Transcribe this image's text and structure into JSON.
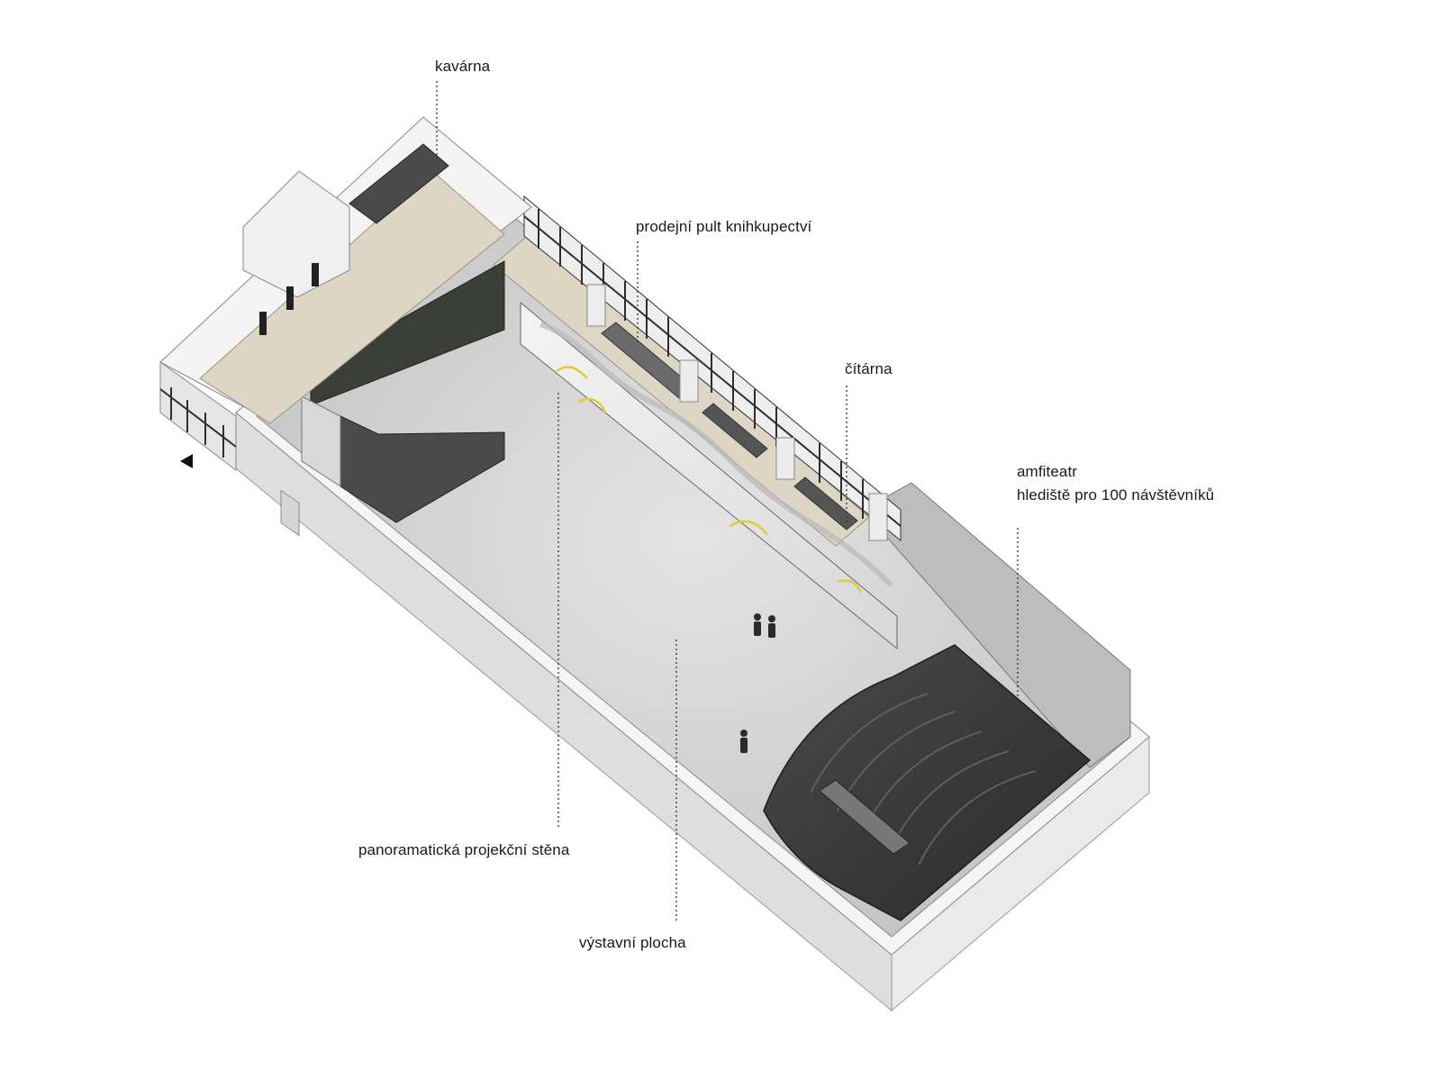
{
  "labels": {
    "cafe": "kavárna",
    "bookshop_counter": "prodejní pult knihkupectví",
    "reading_room": "čítárna",
    "amphitheatre_line1": "amfiteatr",
    "amphitheatre_line2": "hlediště pro 100 návštěvníků",
    "projection_wall": "panoramatická projekční stěna",
    "exhibition_area": "výstavní plocha"
  },
  "colors": {
    "wall_light": "#f2f2f2",
    "wall_side": "#dcdcdc",
    "floor_concrete": "#cfcfcf",
    "floor_wood": "#ddd6c4",
    "amphitheatre": "#3a3a3a",
    "projection_wall": "#e8e8e8",
    "highlight": "#e2cc3a",
    "glazing": "#2e2e2e"
  }
}
